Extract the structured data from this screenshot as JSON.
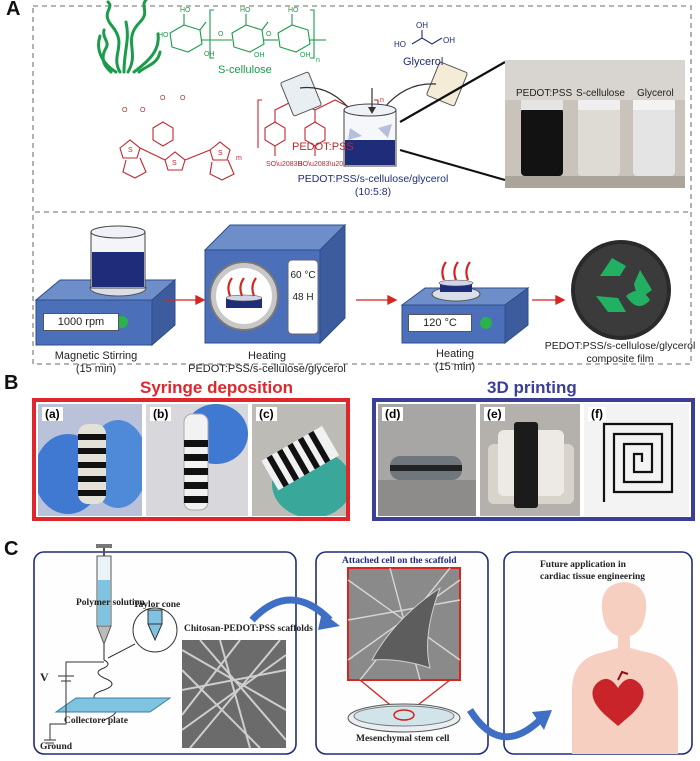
{
  "panelA": {
    "letter": "A",
    "scellulose_label": "S-cellulose",
    "glycerol_label": "Glycerol",
    "pedot_label": "PEDOT:PSS",
    "mixture_label": "PEDOT:PSS/s-cellulose/glycerol",
    "ratio_label": "(10:5:8)",
    "vial_labels": [
      "PEDOT:PSS",
      "S-cellulose",
      "Glycerol"
    ],
    "rpm_label": "1000 rpm",
    "stir_caption_1": "Magnetic Stirring",
    "stir_caption_2": "(15 min)",
    "oven_temp": "60 °C",
    "oven_time": "48 H",
    "heat1_caption_1": "Heating",
    "heat1_caption_2": "PEDOT:PSS/s-cellulose/glycerol",
    "hotplate_temp": "120 °C",
    "heat2_caption_1": "Heating",
    "heat2_caption_2": "(15 min)",
    "film_caption_1": "PEDOT:PSS/s-cellulose/glycerol",
    "film_caption_2": "composite film"
  },
  "panelB": {
    "letter": "B",
    "syringe_title": "Syringe deposition",
    "printing_title": "3D printing",
    "photo_labels": [
      "(a)",
      "(b)",
      "(c)",
      "(d)",
      "(e)",
      "(f)"
    ]
  },
  "panelC": {
    "letter": "C",
    "polymer_label": "Polymer solution",
    "taylor_label": "Taylor cone",
    "scaffold_label": "Chitosan-PEDOT:PSS scaffolds",
    "voltage_label": "V",
    "plate_label": "Collectore plate",
    "ground_label": "Ground",
    "attached_label": "Attached cell on the scaffold",
    "stemcell_label": "Mesenchymal stem cell",
    "future_label_1": "Future application in",
    "future_label_2": "cardiac tissue engineering"
  },
  "colors": {
    "red_border": "#e0262b",
    "blue_border": "#3b3f97",
    "green_structure": "#1a9c4a",
    "red_structure": "#c0262f",
    "solution_blue": "#1f2c7a",
    "box_blue": "#4b6fb8"
  }
}
